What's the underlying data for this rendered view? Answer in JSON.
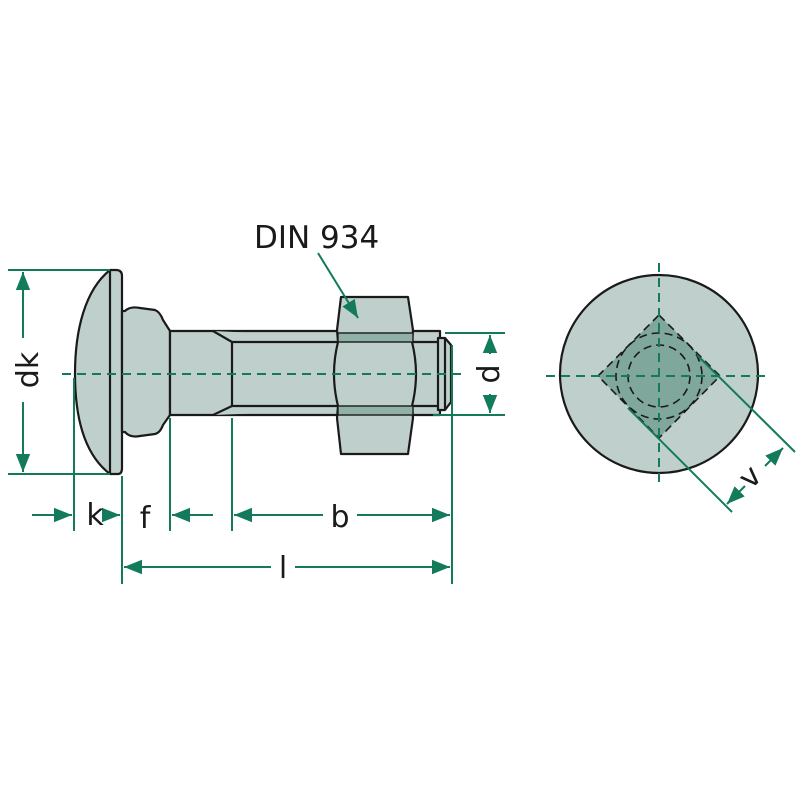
{
  "labels": {
    "standard": "DIN 934",
    "dk": "dk",
    "d": "d",
    "k": "k",
    "f": "f",
    "b": "b",
    "l": "l",
    "v": "v"
  },
  "colors": {
    "dimension": "#137a5c",
    "part_fill": "#bfcfcc",
    "square_fill": "#7fa79c",
    "outline": "#1a1a1a"
  }
}
